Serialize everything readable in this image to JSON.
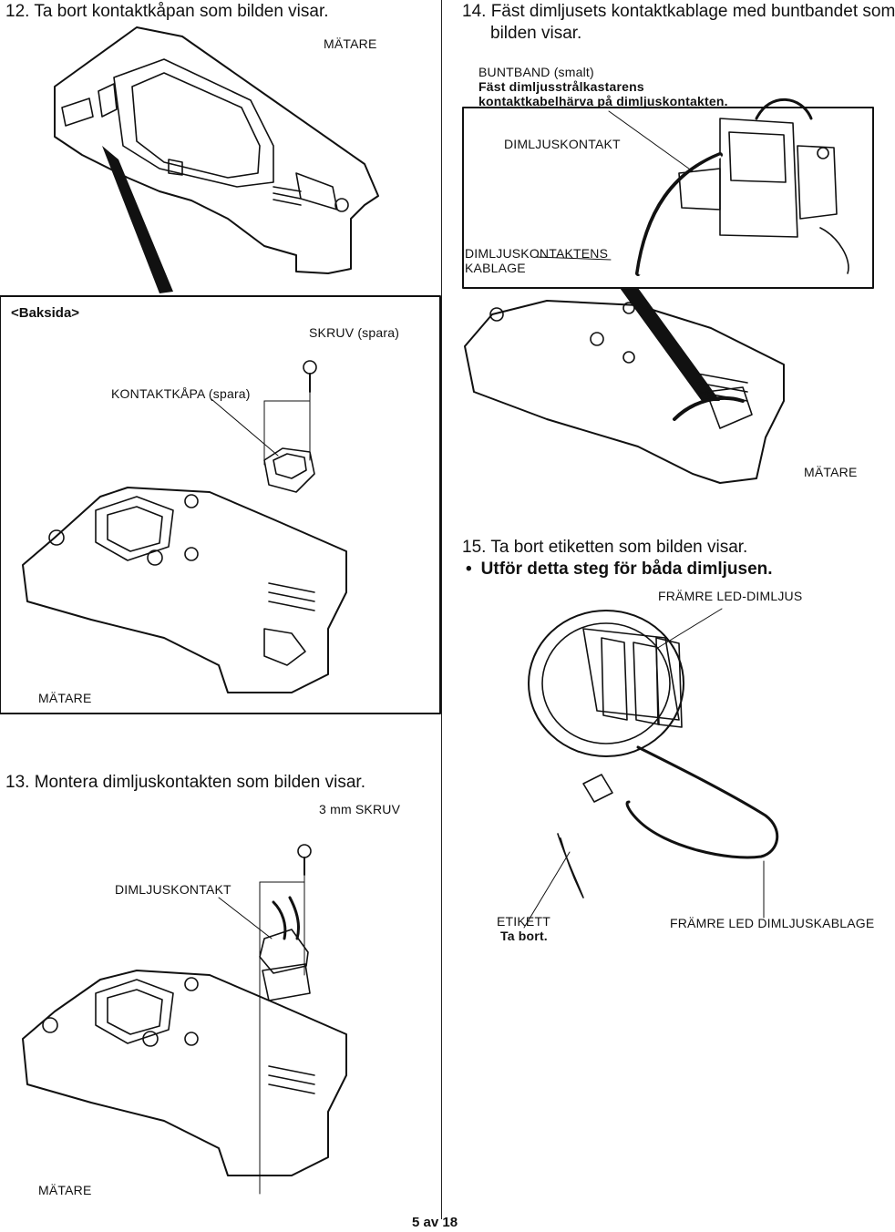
{
  "step12": {
    "title": "12. Ta bort kontaktkåpan som bilden visar.",
    "meter": "MÄTARE"
  },
  "step12b": {
    "back": "<Baksida>",
    "screw": "SKRUV (spara)",
    "cover": "KONTAKTKÅPA (spara)",
    "meter": "MÄTARE"
  },
  "step13": {
    "title": "13. Montera dimljuskontakten som bilden visar.",
    "screw": "3 mm SKRUV",
    "connector": "DIMLJUSKONTAKT",
    "meter": "MÄTARE"
  },
  "step14": {
    "line1": "14. Fäst dimljusets kontaktkablage med buntbandet som",
    "line2": "bilden visar.",
    "tie_label": "BUNTBAND (smalt)",
    "tie_note1": "Fäst dimljusstrålkastarens",
    "tie_note2": "kontaktkabelhärva på dimljuskontakten.",
    "connector": "DIMLJUSKONTAKT",
    "harness1": "DIMLJUSKONTAKTENS",
    "harness2": "KABLAGE",
    "meter": "MÄTARE"
  },
  "step15": {
    "title": "15. Ta bort etiketten som bilden visar.",
    "bullet": "Utför detta steg för båda dimljusen.",
    "front_led": "FRÄMRE LED-DIMLJUS",
    "label": "ETIKETT",
    "remove": "Ta bort.",
    "harness": "FRÄMRE LED DIMLJUSKABLAGE"
  },
  "footer": {
    "page": "5 av 18"
  }
}
